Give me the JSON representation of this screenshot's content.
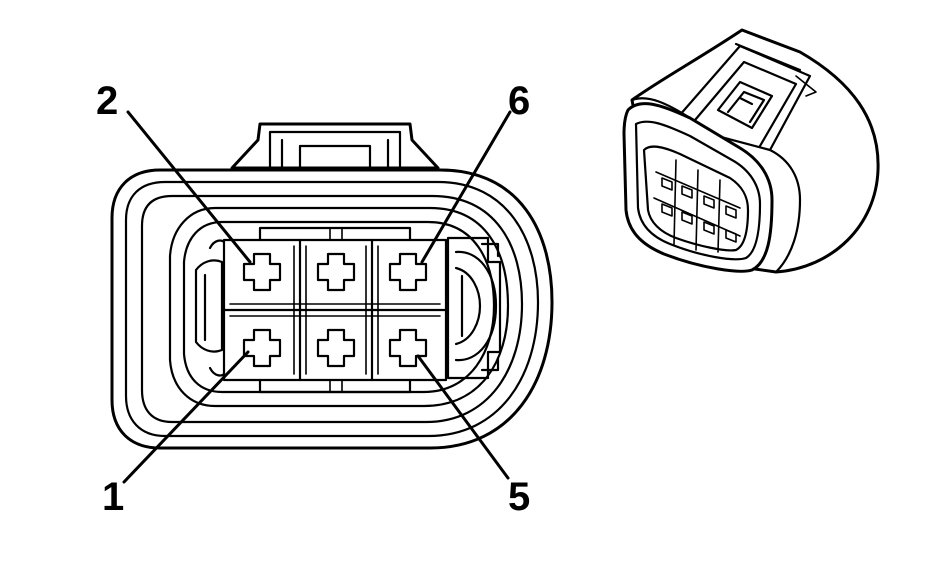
{
  "diagram": {
    "pin_labels": {
      "pin_1": "1",
      "pin_2": "2",
      "pin_5": "5",
      "pin_6": "6"
    }
  }
}
